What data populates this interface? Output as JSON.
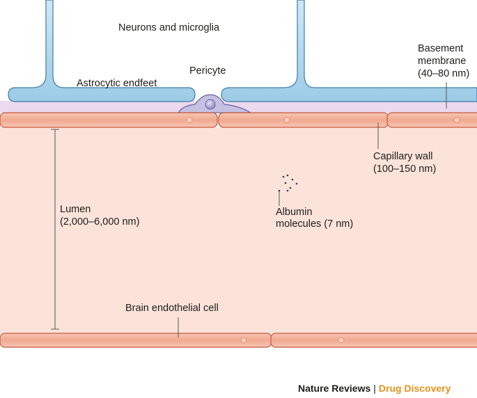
{
  "labels": {
    "neurons": "Neurons and microglia",
    "astrocytic": "Astrocytic endfeet",
    "pericyte": "Pericyte",
    "basement_line1": "Basement",
    "basement_line2": "membrane",
    "basement_line3": "(40–80 nm)",
    "capillary_line1": "Capillary wall",
    "capillary_line2": "(100–150 nm)",
    "lumen_line1": "Lumen",
    "lumen_line2": "(2,000–6,000 nm)",
    "albumin_line1": "Albumin",
    "albumin_line2": "molecules (7 nm)",
    "endothelial": "Brain endothelial cell"
  },
  "credit": {
    "publisher": "Nature Reviews",
    "separator": "|",
    "journal": "Drug Discovery"
  },
  "colors": {
    "lumen_fill": "#fbe3da",
    "endothelial_fill": "#f4b6a0",
    "endothelial_stroke": "#c5573a",
    "basement_fill": "#e8d4ea",
    "astrocyte_fill": "#b8dcef",
    "astrocyte_stroke": "#3d7da8",
    "pericyte_fill": "#bfb8dc",
    "pericyte_stroke": "#6c62a2",
    "accent": "#e8931c"
  }
}
